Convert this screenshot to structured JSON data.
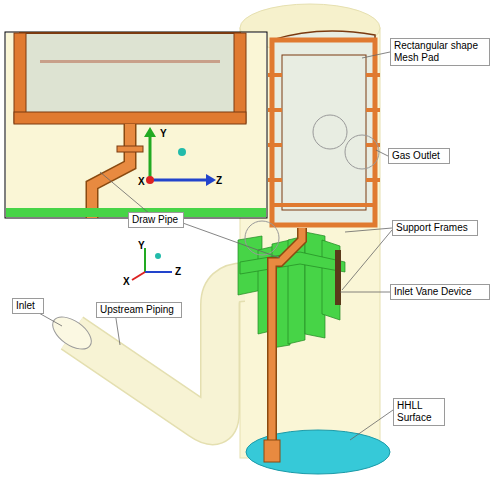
{
  "diagram": {
    "nodes": [
      {
        "text": [
          "Rectangular shape Mesh Pad"
        ]
      },
      {
        "text": [
          "Gas Outlet"
        ]
      },
      {
        "text": [
          "Support Frames"
        ]
      },
      {
        "text": [
          "Draw Pipe"
        ]
      },
      {
        "text": [
          "Inlet Vane Device"
        ]
      },
      {
        "text": [
          "Inlet"
        ]
      },
      {
        "text": [
          "Upstream Piping"
        ]
      },
      {
        "text": [
          "HHLL Surface"
        ]
      }
    ],
    "labels": [
      "Y",
      "X",
      "Z",
      "Y",
      "X",
      "Z"
    ]
  }
}
